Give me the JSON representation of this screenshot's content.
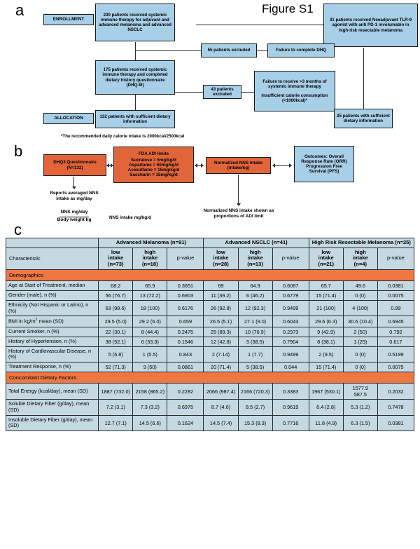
{
  "figure": {
    "title": "Figure S1",
    "panels": {
      "a": "a",
      "b": "b",
      "c": "c"
    }
  },
  "panel_a": {
    "stage_labels": {
      "enrollment": "ENROLLMENT",
      "allocation": "ALLOCATION"
    },
    "boxes": {
      "enrolled_main": "230 patients received systemic immune therapy for adjuvant and advanced melanoma and advanced NSCLC",
      "neoadjuvant": "31 patients received Neoadjuvant TLR-9 agonist with anti PD-1 nivolumabin in high-risk resectable melanoma",
      "excluded_55": "55 patients excluded",
      "reason_dhq": "Failure to complete DHQ",
      "dhq_completed": "175 patients received systemic immune therapy and completed dietary history questionnaire (DHQ-III)",
      "excluded_43": "43 patients excluded",
      "reason_43_line1": "Failure to receive >3 months of systemic immune therapy",
      "reason_43_line2": "Insufficient calorie consumption (<1000kcal)*",
      "allocated_132": "132 patients with sufficient dietary information",
      "allocated_25": "25 patients with sufficient dietary information"
    },
    "footnote": "*The recommended daily calorie intake is 2000kcal/2500kcal"
  },
  "panel_b": {
    "boxes": {
      "dhq": "DHQ3 Questionnaire (N=132)",
      "fda_title": "FDA ADI limits",
      "fda_items": [
        "Sucralose = 5mg/kg/d",
        "Aspartame = 50mg/kg/d",
        "Acesulfame = 15mg/kg/d",
        "Saccharin = 15mg/kg/d"
      ],
      "normalized": "Normalized NNS intake (intake/kg)",
      "outcomes": "Outcomes: Overall Response Rate (ORR) Progression Free Survival (PFS)"
    },
    "annotations": {
      "reports": "Reports averaged NNS intake as mg/day",
      "fraction_numerator": "NNS mg/day",
      "fraction_denominator": "Body weight kg",
      "intake_units": "NNS intake mg/kg/d",
      "proportions": "Normalized NNS intake shown as proportions of ADI limit"
    }
  },
  "panel_c": {
    "group_headers": [
      "Advanced Melanoma (n=91)",
      "Advanced NSCLC (n=41)",
      "High Risk Resectable Melanoma (n=25)"
    ],
    "characteristic_header": "Characteristic",
    "sub_headers": [
      "low intake (n=73)",
      "high intake (n=18)",
      "p-value",
      "low intake (n=28)",
      "high intake (n=13)",
      "p-value",
      "low intake (n=21)",
      "high intake (n=4)",
      "p-value"
    ],
    "sub_headers_parts": [
      {
        "l1": "low",
        "l2": "intake",
        "l3": "(n=73)"
      },
      {
        "l1": "high",
        "l2": "intake",
        "l3": "(n=18)"
      },
      {
        "l1": "p-value",
        "l2": "",
        "l3": ""
      },
      {
        "l1": "low",
        "l2": "intake",
        "l3": "(n=28)"
      },
      {
        "l1": "high",
        "l2": "intake",
        "l3": "(n=13)"
      },
      {
        "l1": "p-value",
        "l2": "",
        "l3": ""
      },
      {
        "l1": "low",
        "l2": "intake",
        "l3": "(n=21)"
      },
      {
        "l1": "high",
        "l2": "intake",
        "l3": "(n=4)"
      },
      {
        "l1": "p-value",
        "l2": "",
        "l3": ""
      }
    ],
    "sections": [
      {
        "title": "Demographics",
        "rows": [
          {
            "label": "Age at Start of Treatment, median",
            "values": [
              "68.2",
              "65.9",
              "0.3651",
              "69",
              "64.9",
              "0.6087",
              "65.7",
              "49.6",
              "0.0381"
            ]
          },
          {
            "label": "Gender (male), n (%)",
            "values": [
              "56 (76.7)",
              "13 (72.2)",
              "0.6903",
              "11 (39.2)",
              "6 (46.2)",
              "0.6779",
              "15 (71.4)",
              "0 (0)",
              "0.0075"
            ]
          },
          {
            "label": "Ethnicity (Not Hispanic or Latino), n (%)",
            "values": [
              "63 (98.6)",
              "18 (100)",
              "0.6176",
              "26 (92.8)",
              "12 (92.3)",
              "0.9499",
              "21 (100)",
              "4 (100)",
              "0.99"
            ]
          },
          {
            "label": "BMI in kg/m2 mean (SD)",
            "label_html": "BMI in kg/m<sup>2</sup> mean (SD)",
            "values": [
              "29.5 (5.0)",
              "29.2 (6.0)",
              "0.659",
              "26.5 (5.1)",
              "27.1 (9.0)",
              "0.6043",
              "29.6 (6.3)",
              "30.6 (10.4)",
              "0.6945"
            ]
          },
          {
            "label": "Current Smoker, n (%)",
            "values": [
              "22 (30.1)",
              "8 (44.4)",
              "0.2475",
              "25 (89.3)",
              "10 (76.9)",
              "0.2973",
              "9 (42.9)",
              "2 (50)",
              "0.792"
            ]
          },
          {
            "label": "History of Hypertension, n (%)",
            "values": [
              "38 (52.1)",
              "6 (33.3)",
              "0.1546",
              "12 (42.8)",
              "5 (38.5)",
              "0.7904",
              "8 (38.1)",
              "1 (25)",
              "0.617"
            ]
          },
          {
            "label": "History of Cardiovascular Disease, n (%)",
            "values": [
              "5 (6.8)",
              "1 (5.5)",
              "0.843",
              "2 (7.14)",
              "1 (7.7)",
              "0.9499",
              "2 (9.5)",
              "0 (0)",
              "0.5199"
            ]
          },
          {
            "label": "Treatment Response, n (%)",
            "values": [
              "52 (71.3)",
              "9 (50)",
              "0.0861",
              "20 (71.4)",
              "5 (38.5)",
              "0.044",
              "15 (71.4)",
              "0 (0)",
              "0.0075"
            ]
          }
        ]
      },
      {
        "title": "Concomitant Dietary Factors",
        "rows": [
          {
            "label": "Total Energy (kcal/day), mean (SD)",
            "values": [
              "1887 (732.0)",
              "2158 (865.2)",
              "0.2282",
              "2066 (987.4)",
              "2166 (720.3)",
              "0.3383",
              "1967 (530.1)",
              "1577.9 587.5",
              "0.2032"
            ]
          },
          {
            "label": "Soluble Dietary Fiber (g/day), mean (SD)",
            "values": [
              "7.2 (3.1)",
              "7.3 (3.2)",
              "0.6975",
              "8.7 (4.6)",
              "8.5 (2.7)",
              "0.9619",
              "6.4 (2.8)",
              "5.3 (1.2)",
              "0.7478"
            ]
          },
          {
            "label": "Insoluble Dietary Fiber (g/day), mean (SD)",
            "values": [
              "12.7 (7.1)",
              "14.5 (6.6)",
              "0.1624",
              "14.5 (7.4)",
              "15.3 (8.3)",
              "0.7716",
              "11.8 (4.9)",
              "6.3 (1.5)",
              "0.0381"
            ]
          }
        ]
      }
    ]
  },
  "colors": {
    "box_blue": "#a8cfe8",
    "box_orange": "#e2653a",
    "table_blue": "#c5d9e3",
    "section_orange": "#ef7743",
    "border": "#1a1a1a"
  }
}
